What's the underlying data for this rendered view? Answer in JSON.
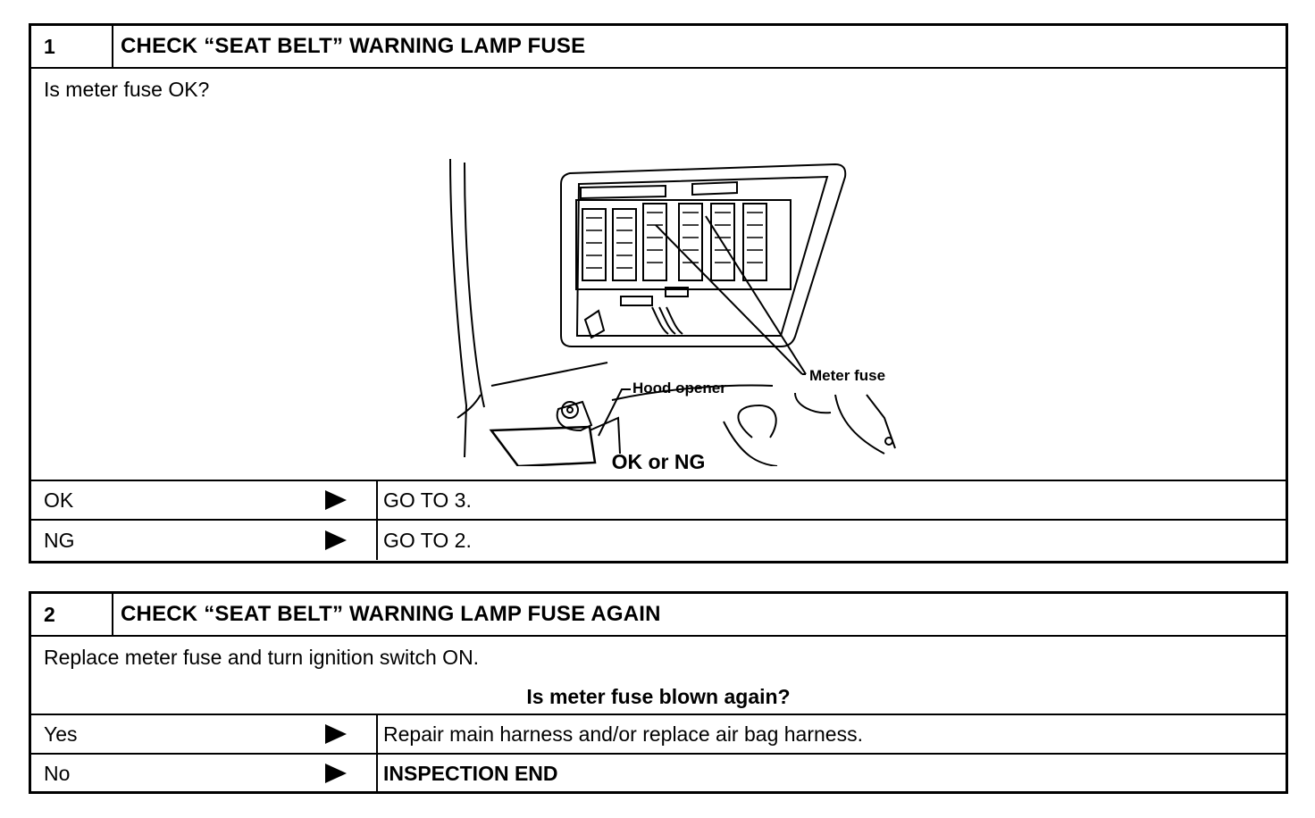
{
  "step1": {
    "number": "1",
    "title": "CHECK “SEAT BELT” WARNING LAMP FUSE",
    "question": "Is meter fuse OK?",
    "figure": {
      "labels": {
        "hood_opener": "Hood opener",
        "meter_fuse": "Meter fuse"
      }
    },
    "prompt": "OK or NG",
    "results": [
      {
        "result": "OK",
        "action": "GO TO 3."
      },
      {
        "result": "NG",
        "action": "GO TO 2."
      }
    ]
  },
  "step2": {
    "number": "2",
    "title": "CHECK “SEAT BELT” WARNING LAMP FUSE AGAIN",
    "instruction": "Replace meter fuse and turn ignition switch ON.",
    "question": "Is meter fuse blown again?",
    "results": [
      {
        "result": "Yes",
        "action": "Repair main harness and/or replace air bag harness."
      },
      {
        "result": "No",
        "action": "INSPECTION END"
      }
    ]
  }
}
